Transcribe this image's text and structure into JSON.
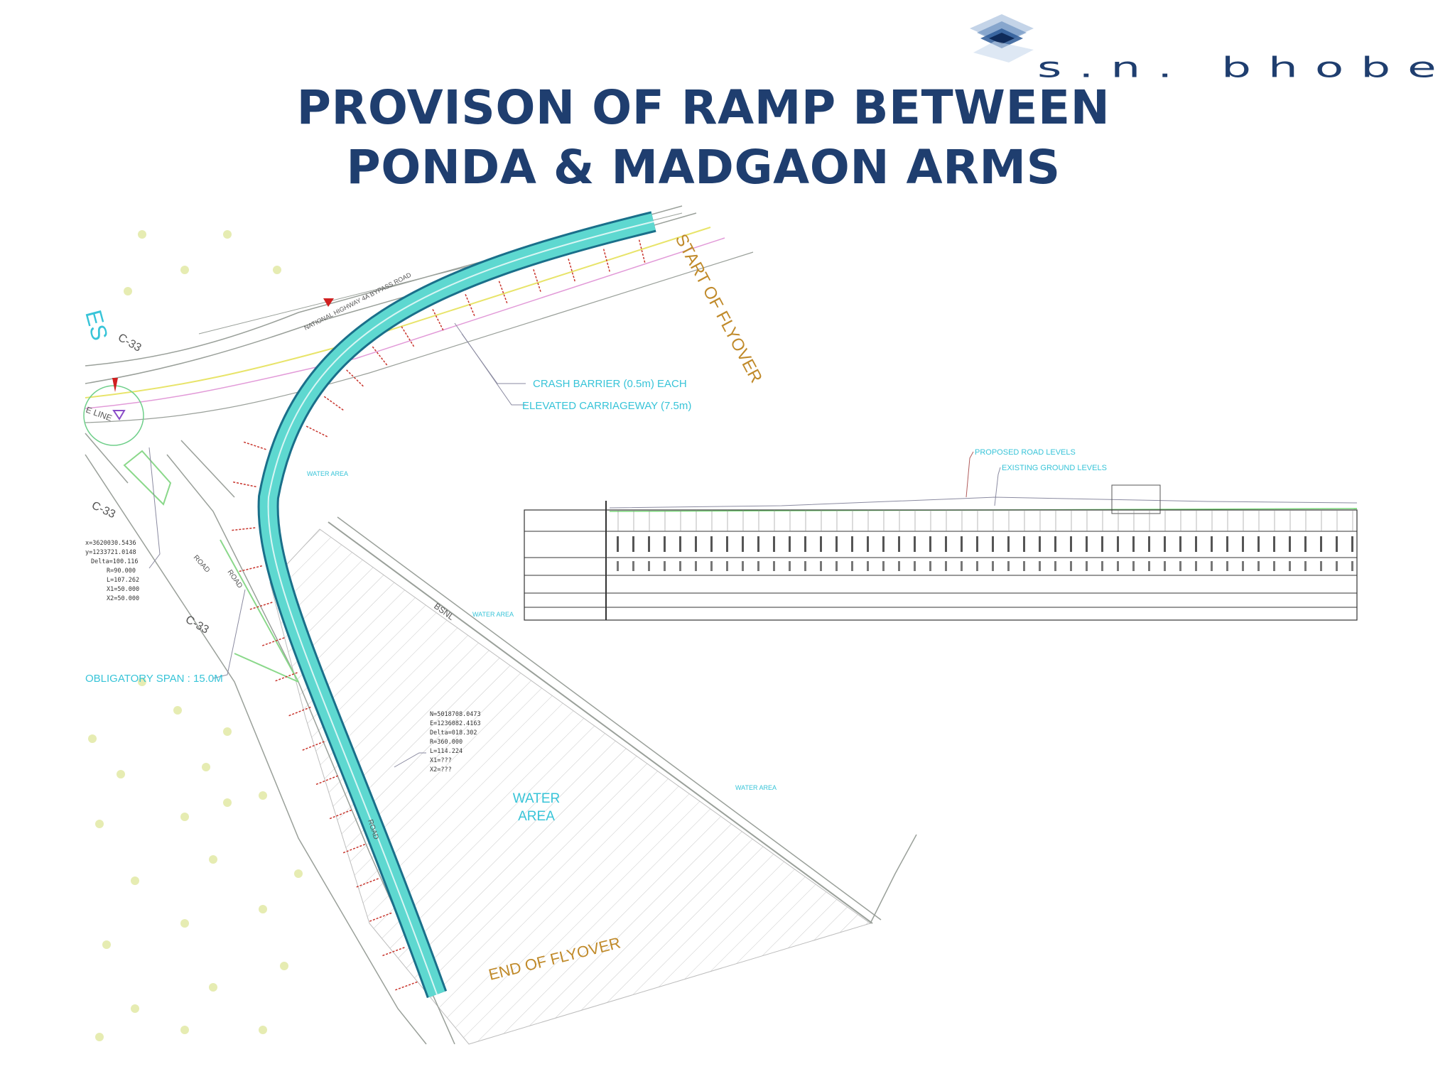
{
  "slide": {
    "title_line1": "PROVISON OF RAMP BETWEEN",
    "title_line2": "PONDA & MADGAON ARMS"
  },
  "logo": {
    "text": "s.n. bhobe",
    "icon": "stacked-cubes-logo-icon"
  },
  "plan": {
    "highway_label": "NATIONAL HIGHWAY 4A BYPASS ROAD",
    "start_label": "START OF FLYOVER",
    "end_label": "END OF FLYOVER",
    "crash_barrier_label": "CRASH BARRIER (0.5m) EACH",
    "carriageway_label": "ELEVATED CARRIAGEWAY (7.5m)",
    "water_area_big": [
      "WATER",
      "AREA"
    ],
    "water_area_small": "WATER AREA",
    "bsnl_label": "BSNL",
    "road_label": "ROAD",
    "c33_label": "C-33",
    "obligatory_span_label": "OBLIGATORY SPAN : 15.0M",
    "edge_label_es": "ES",
    "edge_line_label": "E LINE",
    "curve1_data": [
      "x=3620030.5436",
      "y=1233721.0148",
      "Delta=100.116",
      "R=90.000",
      "L=107.262",
      "X1=50.000",
      "X2=50.000"
    ],
    "curve2_data": [
      "N=5018708.0473",
      "E=1236082.4163",
      "Delta=018.302",
      "R=360.000",
      "L=114.224",
      "X1=???",
      "X2=???"
    ]
  },
  "profile": {
    "proposed_label": "PROPOSED ROAD LEVELS",
    "existing_label": "EXISTING GROUND LEVELS"
  },
  "colors": {
    "title": "#1f3e6f",
    "ramp_fill": "#5ed8d0",
    "ramp_edge": "#1a6f8a",
    "chainage": "#c8342c",
    "annotation": "#38c4d8",
    "flyover_label": "#c08a2a",
    "tree": "#e6ecb2"
  }
}
